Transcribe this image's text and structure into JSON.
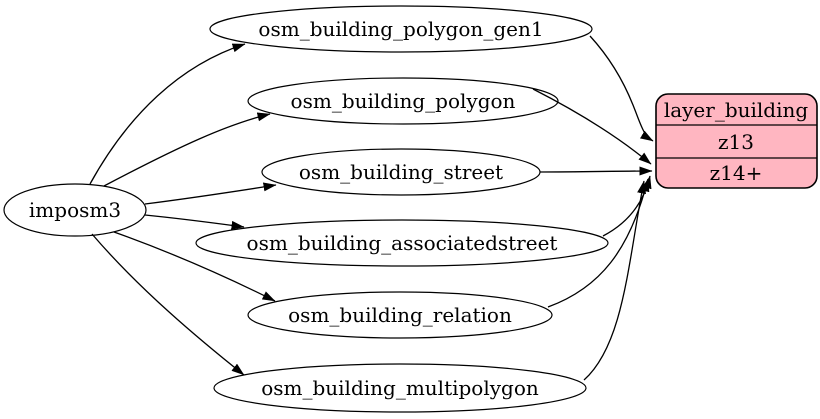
{
  "diagram": {
    "type": "graphviz-digraph",
    "background_color": "#ffffff",
    "edge_color": "#000000",
    "node": {
      "fill": "#ffffff",
      "stroke": "#000000"
    },
    "source_node": {
      "label": "imposm3",
      "shape": "ellipse"
    },
    "table_nodes": [
      {
        "label": "osm_building_polygon_gen1",
        "shape": "ellipse"
      },
      {
        "label": "osm_building_polygon",
        "shape": "ellipse"
      },
      {
        "label": "osm_building_street",
        "shape": "ellipse"
      },
      {
        "label": "osm_building_associatedstreet",
        "shape": "ellipse"
      },
      {
        "label": "osm_building_relation",
        "shape": "ellipse"
      },
      {
        "label": "osm_building_multipolygon",
        "shape": "ellipse"
      }
    ],
    "layer_node": {
      "title": "layer_building",
      "rows": [
        "z13",
        "z14+"
      ],
      "fill": "#ffb6c1",
      "stroke": "#000000",
      "shape": "rounded-record"
    },
    "edges": [
      {
        "from": "imposm3",
        "to": "osm_building_polygon_gen1"
      },
      {
        "from": "imposm3",
        "to": "osm_building_polygon"
      },
      {
        "from": "imposm3",
        "to": "osm_building_street"
      },
      {
        "from": "imposm3",
        "to": "osm_building_associatedstreet"
      },
      {
        "from": "imposm3",
        "to": "osm_building_relation"
      },
      {
        "from": "imposm3",
        "to": "osm_building_multipolygon"
      },
      {
        "from": "osm_building_polygon_gen1",
        "to": "layer_building:z13"
      },
      {
        "from": "osm_building_polygon",
        "to": "layer_building:z14+"
      },
      {
        "from": "osm_building_street",
        "to": "layer_building:z14+"
      },
      {
        "from": "osm_building_associatedstreet",
        "to": "layer_building:z14+"
      },
      {
        "from": "osm_building_relation",
        "to": "layer_building:z14+"
      },
      {
        "from": "osm_building_multipolygon",
        "to": "layer_building:z14+"
      }
    ]
  }
}
